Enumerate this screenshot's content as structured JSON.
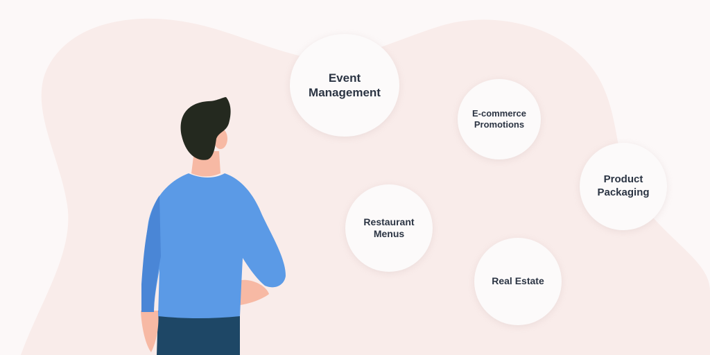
{
  "colors": {
    "background": "#fcf8f8",
    "blob": "#f9ecea",
    "bubble": "#fcfafa",
    "text": "#2b3443",
    "shirt": "#5b9ae6",
    "shirt_shadow": "#4a86d6",
    "hair": "#24291f",
    "skin": "#f7b9a4",
    "pants": "#1e4766"
  },
  "topics": {
    "event": {
      "line1": "Event",
      "line2": "Management"
    },
    "ecom": {
      "line1": "E-commerce",
      "line2": "Promotions"
    },
    "product": {
      "line1": "Product",
      "line2": "Packaging"
    },
    "rest": {
      "line1": "Restaurant",
      "line2": "Menus"
    },
    "realty": {
      "line1": "Real Estate"
    }
  },
  "illustration": {
    "figure": "man-standing-back-view",
    "hair": "dark-hair",
    "shirt": "blue-shirt",
    "pants": "navy-pants"
  }
}
